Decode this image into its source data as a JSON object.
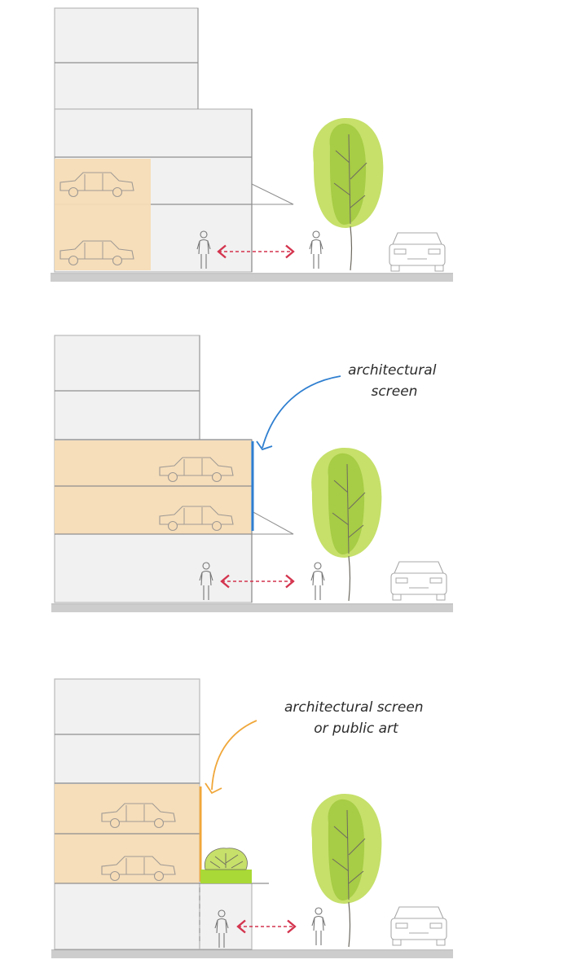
{
  "palette": {
    "building_fill": "#f1f1f1",
    "building_edge": "#b9b9b9",
    "floor_line": "#8f8f8f",
    "parking_fill": "#f6dcb6",
    "ground": "#cdcdcd",
    "sketch": "#a09a94",
    "pedestrian_arrow": "#d4344e",
    "tree_light": "#c6e06a",
    "tree_dark": "#9cc53a",
    "screen_blue": "#2f7fd0",
    "screen_orange": "#f0a73a",
    "planter_green": "#a9d936"
  },
  "panels": [
    {
      "id": "panel-1",
      "annotation": {
        "lines": [],
        "color": ""
      }
    },
    {
      "id": "panel-2",
      "annotation": {
        "lines": [
          "architectural",
          "screen"
        ],
        "color": "#2f7fd0"
      }
    },
    {
      "id": "panel-3",
      "annotation": {
        "lines": [
          "architectural screen",
          "or public art"
        ],
        "color": "#f0a73a"
      }
    }
  ],
  "icons": [
    "car-icon",
    "pedestrian-icon",
    "tree-icon",
    "front-car-icon",
    "planter-icon"
  ]
}
